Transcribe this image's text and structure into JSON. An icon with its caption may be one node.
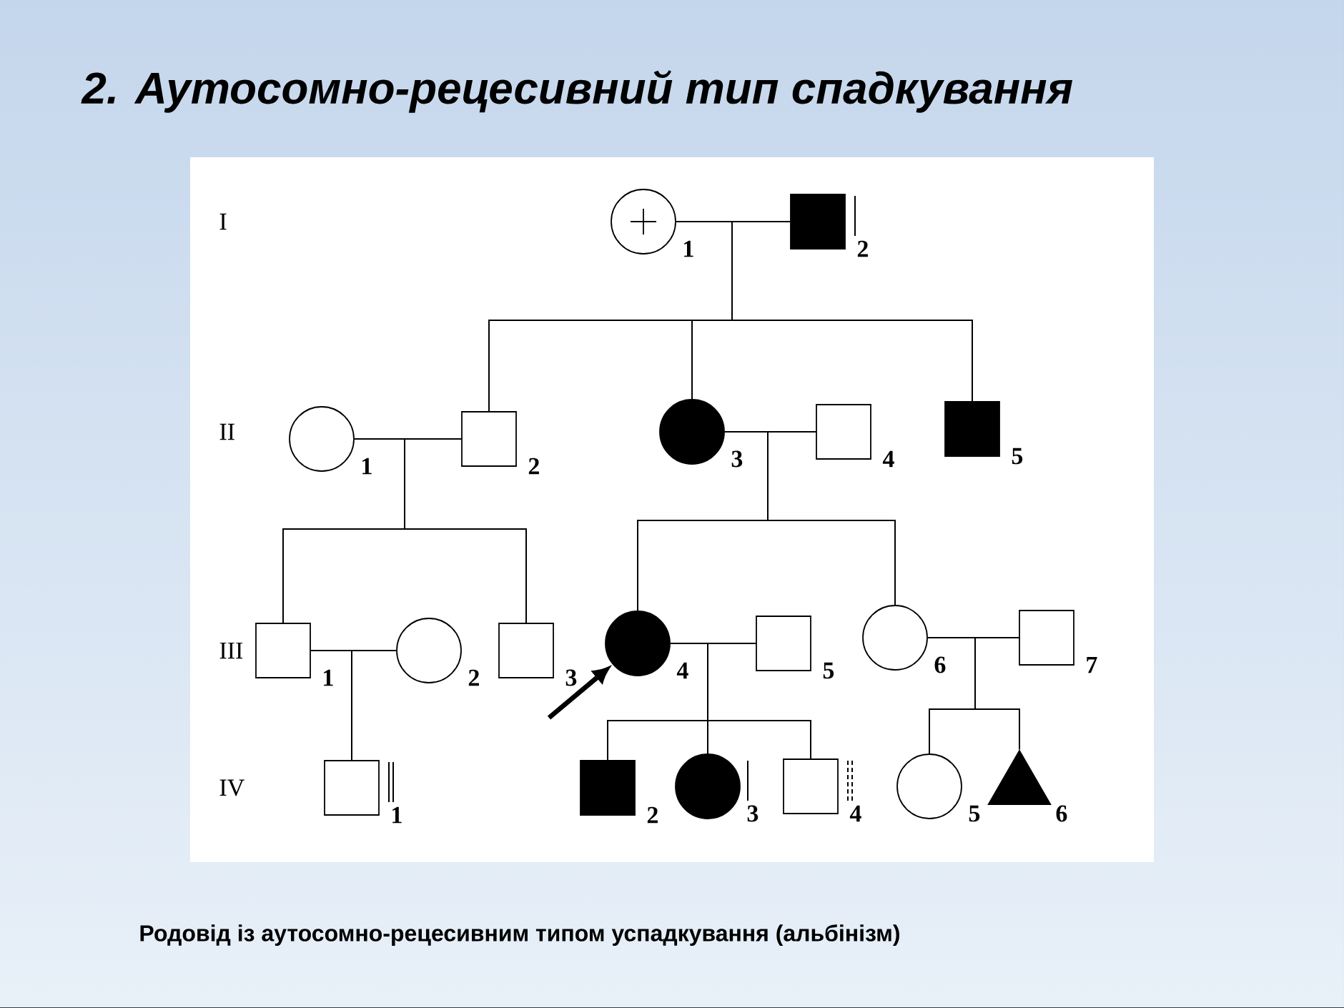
{
  "diagram": {
    "title": "2. Аутосомно-рецесивний тип спадкування",
    "caption": "Родовід із аутосомно-рецесивним типом успадкування (альбінізм)",
    "nodes": [
      {
        "text": [],
        "shape": "circle",
        "beside": [
          "1"
        ]
      },
      {
        "text": [],
        "shape": "box",
        "beside": [
          "2"
        ]
      },
      {
        "text": [],
        "shape": "circle",
        "beside": [
          "1"
        ]
      },
      {
        "text": [],
        "shape": "box",
        "beside": [
          "2"
        ]
      },
      {
        "text": [],
        "shape": "circle",
        "beside": [
          "3"
        ]
      },
      {
        "text": [],
        "shape": "box",
        "beside": [
          "4"
        ]
      },
      {
        "text": [],
        "shape": "box",
        "beside": [
          "5"
        ]
      },
      {
        "text": [],
        "shape": "box",
        "beside": [
          "1"
        ]
      },
      {
        "text": [],
        "shape": "circle",
        "beside": [
          "2"
        ]
      },
      {
        "text": [],
        "shape": "box",
        "beside": [
          "3"
        ]
      },
      {
        "text": [],
        "shape": "circle",
        "beside": [
          "4"
        ]
      },
      {
        "text": [],
        "shape": "box",
        "beside": [
          "5"
        ]
      },
      {
        "text": [],
        "shape": "circle",
        "beside": [
          "6"
        ]
      },
      {
        "text": [],
        "shape": "box",
        "beside": [
          "7"
        ]
      },
      {
        "text": [],
        "shape": "box",
        "beside": [
          "1"
        ]
      },
      {
        "text": [],
        "shape": "box",
        "beside": [
          "2"
        ]
      },
      {
        "text": [],
        "shape": "circle",
        "beside": [
          "3"
        ]
      },
      {
        "text": [],
        "shape": "box",
        "beside": [
          "4"
        ]
      },
      {
        "text": [],
        "shape": "circle",
        "beside": [
          "5"
        ]
      },
      {
        "text": [],
        "shape": "triangle",
        "beside": [
          "6"
        ]
      }
    ],
    "edges": [
      {
        "from": 0,
        "to": 1,
        "arrow": "none"
      },
      {
        "from": 0,
        "to": 3,
        "arrow": "none"
      },
      {
        "from": 1,
        "to": 3,
        "arrow": "none"
      },
      {
        "from": 0,
        "to": 4,
        "arrow": "none"
      },
      {
        "from": 1,
        "to": 4,
        "arrow": "none"
      },
      {
        "from": 0,
        "to": 6,
        "arrow": "none"
      },
      {
        "from": 1,
        "to": 6,
        "arrow": "none"
      },
      {
        "from": 2,
        "to": 3,
        "arrow": "none"
      },
      {
        "from": 4,
        "to": 5,
        "arrow": "none"
      },
      {
        "from": 2,
        "to": 7,
        "arrow": "none"
      },
      {
        "from": 3,
        "to": 7,
        "arrow": "none"
      },
      {
        "from": 2,
        "to": 9,
        "arrow": "none"
      },
      {
        "from": 3,
        "to": 9,
        "arrow": "none"
      },
      {
        "from": 4,
        "to": 10,
        "arrow": "none"
      },
      {
        "from": 5,
        "to": 10,
        "arrow": "none"
      },
      {
        "from": 4,
        "to": 12,
        "arrow": "none"
      },
      {
        "from": 5,
        "to": 12,
        "arrow": "none"
      },
      {
        "from": 7,
        "to": 8,
        "arrow": "none"
      },
      {
        "from": 10,
        "to": 11,
        "arrow": "none"
      },
      {
        "from": 12,
        "to": 13,
        "arrow": "none"
      },
      {
        "from": 7,
        "to": 14,
        "arrow": "none"
      },
      {
        "from": 8,
        "to": 14,
        "arrow": "none"
      },
      {
        "from": 10,
        "to": 15,
        "arrow": "none"
      },
      {
        "from": 11,
        "to": 15,
        "arrow": "none"
      },
      {
        "from": 10,
        "to": 16,
        "arrow": "none"
      },
      {
        "from": 11,
        "to": 16,
        "arrow": "none"
      },
      {
        "from": 10,
        "to": 17,
        "arrow": "none"
      },
      {
        "from": 11,
        "to": 17,
        "arrow": "none"
      },
      {
        "from": 12,
        "to": 18,
        "arrow": "none"
      },
      {
        "from": 13,
        "to": 18,
        "arrow": "none"
      },
      {
        "from": 12,
        "to": 19,
        "arrow": "none"
      },
      {
        "from": 13,
        "to": 19,
        "arrow": "none"
      },
      {
        "from": null,
        "to": 10,
        "arrow": "to",
        "style": "thick"
      }
    ],
    "labels": [
      "I",
      "II",
      "III",
      "IV"
    ]
  }
}
